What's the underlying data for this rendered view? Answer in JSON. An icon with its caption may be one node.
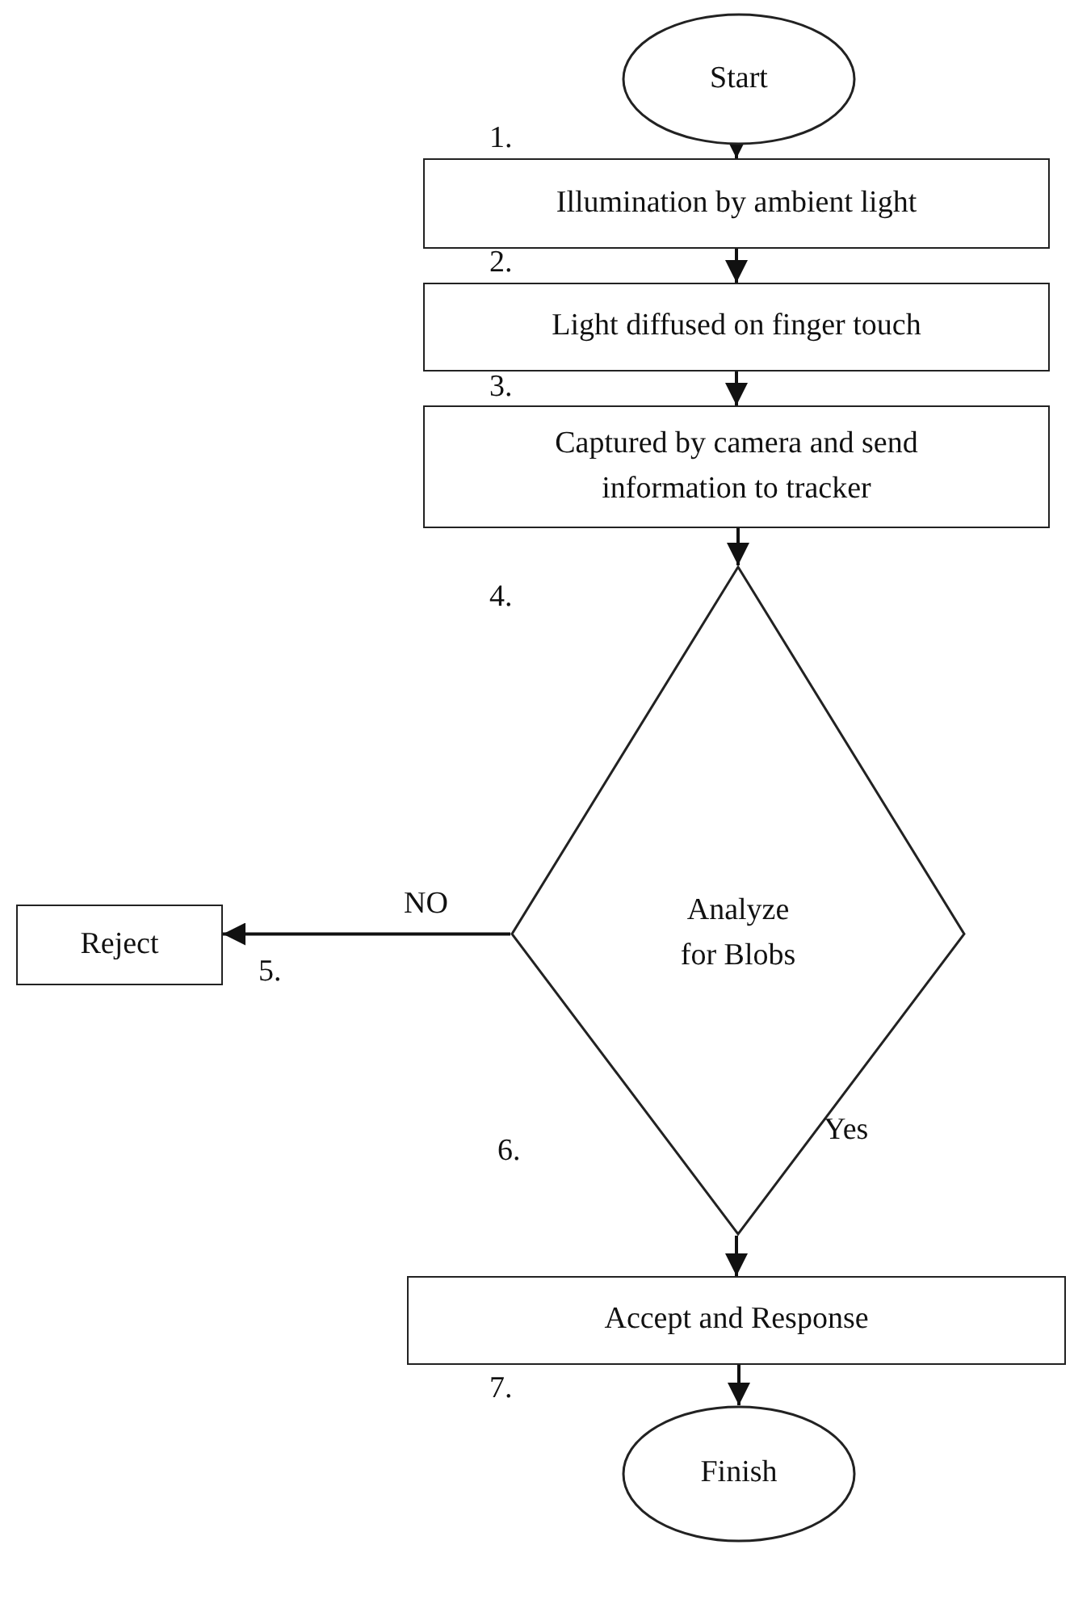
{
  "diagram": {
    "nodes": [
      {
        "text": [
          "Start"
        ]
      },
      {
        "text": [
          "Illumination by ambient light"
        ]
      },
      {
        "text": [
          "Light diffused on finger touch"
        ]
      },
      {
        "text": [
          "Captured by camera and send information to tracker"
        ]
      },
      {
        "text": [
          "Analyze for Blobs"
        ]
      },
      {
        "text": [
          "Reject"
        ]
      },
      {
        "text": [
          "Accept and Response"
        ]
      },
      {
        "text": [
          "Finish"
        ]
      }
    ],
    "edges": [
      {
        "from": 0,
        "to": 1,
        "arrow": "to"
      },
      {
        "from": 1,
        "to": 2,
        "arrow": "to"
      },
      {
        "from": 2,
        "to": 3,
        "arrow": "to"
      },
      {
        "from": 3,
        "to": 4,
        "arrow": "to"
      },
      {
        "from": 4,
        "to": 5,
        "arrow": "to",
        "label": "NO"
      },
      {
        "from": 4,
        "to": 6,
        "arrow": "to",
        "label": "Yes"
      },
      {
        "from": 6,
        "to": 7,
        "arrow": "to"
      }
    ],
    "labels": [
      "1.",
      "2.",
      "3.",
      "4.",
      "5.",
      "6.",
      "7."
    ]
  }
}
